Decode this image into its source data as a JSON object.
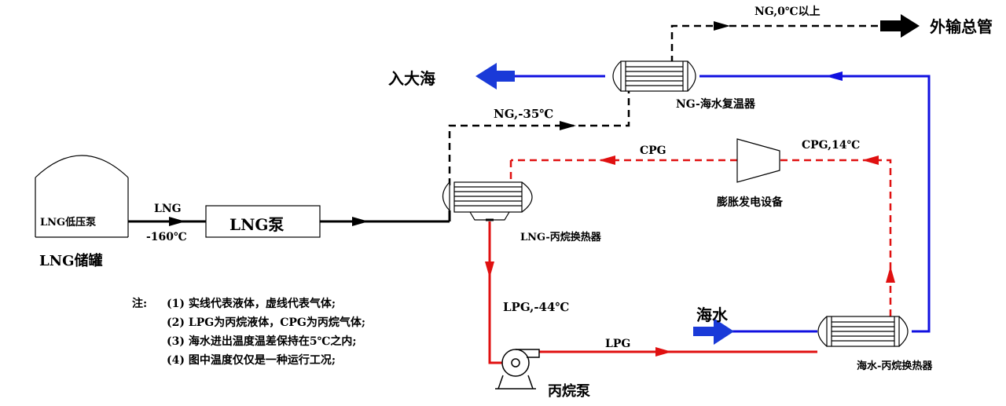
{
  "labels": {
    "storage_tank": "LNG储罐",
    "low_pressure_pump": "LNG低压泵",
    "lng_stream": "LNG",
    "lng_temp": "-160℃",
    "lng_pump": "LNG泵",
    "lng_propane_hx": "LNG-丙烷换热器",
    "ng_minus35": "NG,-35℃",
    "ng_seawater_reheater": "NG-海水复温器",
    "ng_above0": "NG,0℃以上",
    "export_main": "外输总管",
    "to_sea": "入大海",
    "cpg": "CPG",
    "cpg_14": "CPG,14℃",
    "expansion_generator": "膨胀发电设备",
    "lpg_minus44": "LPG,-44℃",
    "lpg": "LPG",
    "propane_pump": "丙烷泵",
    "seawater": "海水",
    "seawater_propane_hx": "海水-丙烷换热器"
  },
  "notes": {
    "head": "注:",
    "items": [
      "(1) 实线代表液体，虚线代表气体;",
      "(2) LPG为丙烷液体，CPG为丙烷气体;",
      "(3) 海水进出温度温差保持在5℃之内;",
      "(4) 图中温度仅仅是一种运行工况;"
    ]
  },
  "colors": {
    "lng": "#000000",
    "propane": "#e01010",
    "seawater": "#1010e0",
    "seawater_arrow": "#1a3ad8"
  }
}
